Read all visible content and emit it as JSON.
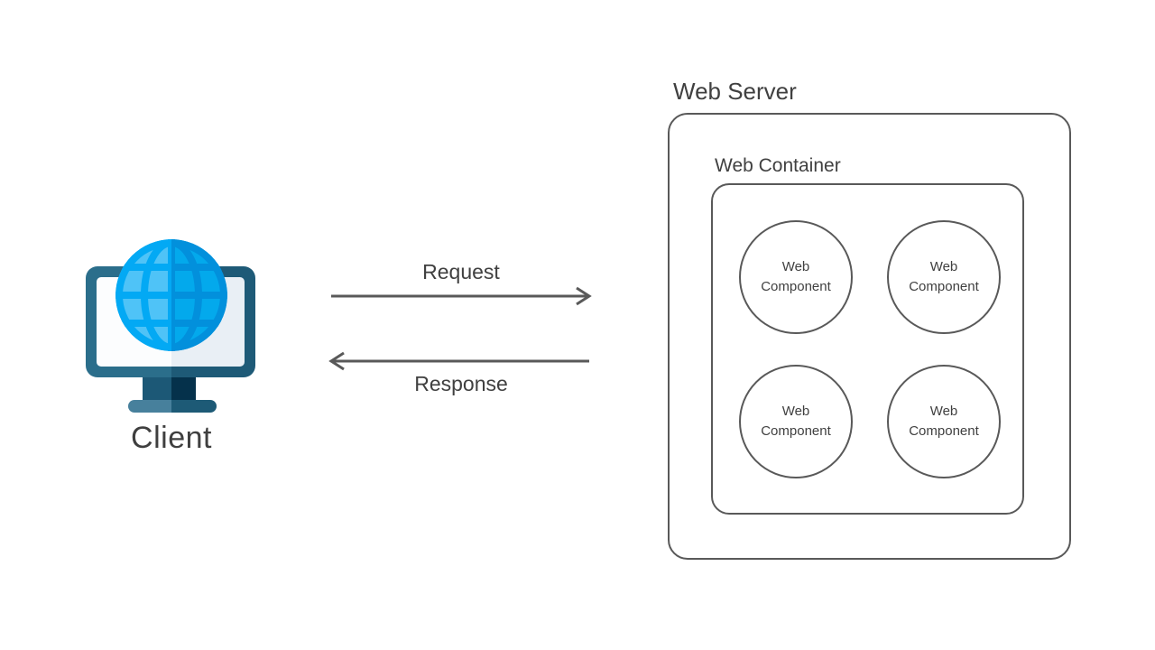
{
  "client": {
    "label": "Client",
    "icon": "computer-globe-icon"
  },
  "flow": {
    "request_label": "Request",
    "response_label": "Response"
  },
  "server": {
    "label": "Web Server",
    "container": {
      "label": "Web Container",
      "components": [
        {
          "label": "Web Component"
        },
        {
          "label": "Web Component"
        },
        {
          "label": "Web Component"
        },
        {
          "label": "Web Component"
        }
      ]
    }
  },
  "colors": {
    "diagram_stroke": "#595959",
    "diagram_text": "#404040",
    "globe_rim_left": "#03a9f4",
    "globe_cells_left": "#4fc3f7",
    "globe_rim_right": "#0290dc",
    "globe_cells_right": "#03a9ec",
    "monitor_frame_left": "#2b6e8b",
    "monitor_frame_right": "#1e5a77",
    "monitor_screen_left": "#fcfdfe",
    "monitor_screen_right": "#e9eff5",
    "monitor_neck_left": "#1c5876",
    "monitor_neck_right": "#05314b",
    "monitor_base_left": "#47809c",
    "monitor_base_right": "#1d5a76"
  }
}
